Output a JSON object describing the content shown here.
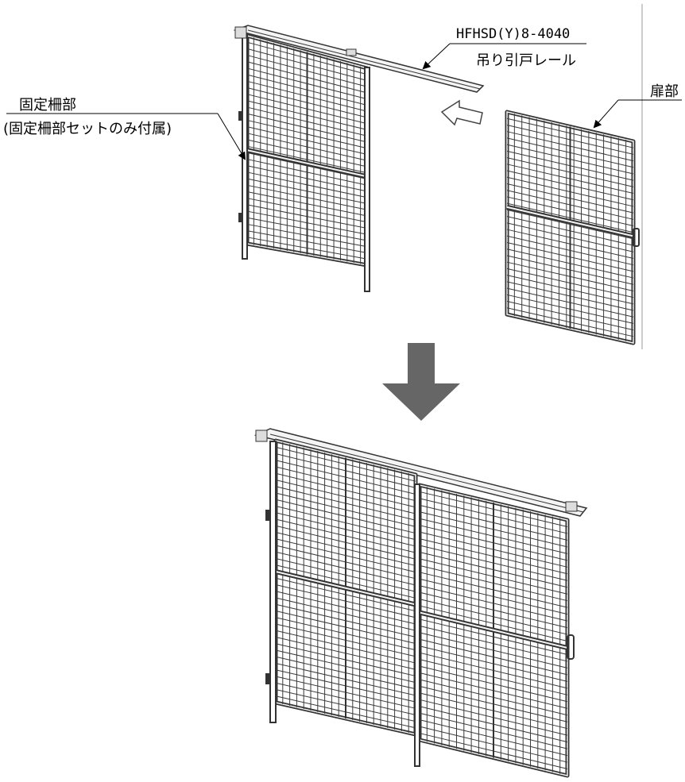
{
  "labels": {
    "rail_model": "HFHSD(Y)8-4040",
    "rail_name": "吊り引戸レール",
    "fixed_fence": "固定柵部",
    "fixed_fence_note": "(固定柵部セットのみ付属)",
    "door": "扉部"
  },
  "colors": {
    "frame": "#333333",
    "frame_light": "#f2f2f2",
    "mesh": "#3a3a3a",
    "arrow": "#666666",
    "line": "#000000"
  }
}
